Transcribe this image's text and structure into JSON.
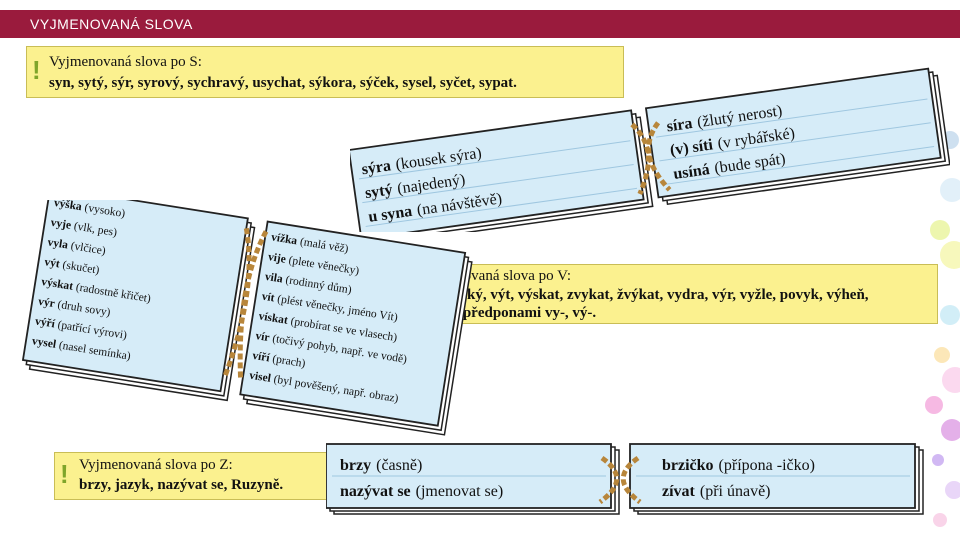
{
  "header": {
    "title": "VYJMENOVANÁ SLOVA"
  },
  "callout_s": {
    "title": "Vyjmenovaná slova po S:",
    "text": "syn, sytý, sýr, syrový, sychravý, usychat, sýkora, sýček, sysel, syčet, sypat."
  },
  "callout_v": {
    "title": "Vyjmenovaná slova po V:",
    "line1": "vy, vysoký, výt, výskat, zvykat, žvýkat, vydra, výr, vyžle, povyk, výheň,",
    "line2": "slova s předponami vy-, vý-."
  },
  "callout_z": {
    "title": "Vyjmenovaná slova po Z:",
    "text": "brzy, jazyk, nazývat se, Ruzyně."
  },
  "card_s": {
    "left": [
      {
        "word": "sýra",
        "note": "(kousek sýra)"
      },
      {
        "word": "sytý",
        "note": "(najedený)"
      },
      {
        "word": "u syna",
        "note": "(na návštěvě)"
      }
    ],
    "right": [
      {
        "word": "síra",
        "note": "(žlutý nerost)"
      },
      {
        "word": "(v) síti",
        "note": "(v rybářské)",
        "prefix_plain": true
      },
      {
        "word": "usíná",
        "note": "(bude spát)"
      }
    ]
  },
  "card_v": {
    "left": [
      {
        "word": "výška",
        "note": "(vysoko)"
      },
      {
        "word": "vyje",
        "note": "(vlk, pes)"
      },
      {
        "word": "vyla",
        "note": "(vlčice)"
      },
      {
        "word": "výt",
        "note": "(skučet)"
      },
      {
        "word": "výskat",
        "note": "(radostně křičet)"
      },
      {
        "word": "výr",
        "note": "(druh sovy)"
      },
      {
        "word": "výří",
        "note": "(patřící výrovi)"
      },
      {
        "word": "vysel",
        "note": "(nasel semínka)"
      }
    ],
    "right": [
      {
        "word": "vížka",
        "note": "(malá věž)"
      },
      {
        "word": "vije",
        "note": "(plete věnečky)"
      },
      {
        "word": "vila",
        "note": "(rodinný dům)"
      },
      {
        "word": "vít",
        "note": "(plést věnečky, jméno Vít)"
      },
      {
        "word": "vískat",
        "note": "(probírat se ve vlasech)"
      },
      {
        "word": "vír",
        "note": "(točivý pohyb, např. ve vodě)"
      },
      {
        "word": "víří",
        "note": "(prach)"
      },
      {
        "word": "visel",
        "note": "(byl pověšený, např. obraz)"
      }
    ]
  },
  "card_z": {
    "left": [
      {
        "word": "brzy",
        "note": "(časně)"
      },
      {
        "word": "nazývat se",
        "note": "(jmenovat se)"
      }
    ],
    "right": [
      {
        "word": "brzičko",
        "note": "(přípona -ičko)"
      },
      {
        "word": "zívat",
        "note": "(při únavě)"
      }
    ]
  },
  "colors": {
    "accent": "#9a1b3d",
    "callout": "#fbf18f",
    "card": "#d6ecf8",
    "bang": "#7fa52a",
    "rope": "#b8863b"
  }
}
